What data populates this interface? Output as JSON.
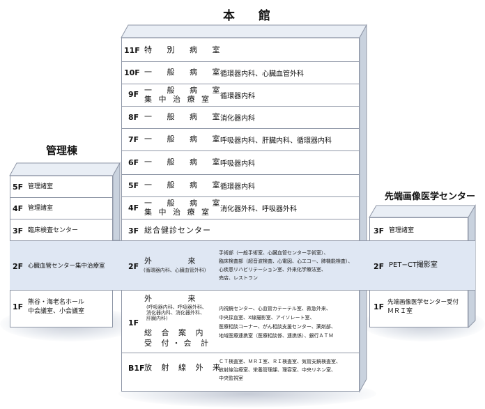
{
  "titles": {
    "main": "本 館",
    "admin": "管理棟",
    "imaging": "先端画像医学センター"
  },
  "main_floors": [
    {
      "floor": "11F",
      "name": "特 別 病 室",
      "dept": ""
    },
    {
      "floor": "10F",
      "name": "一 般 病 室",
      "dept": "循環器内科、心臓血管外科"
    },
    {
      "floor": "9F",
      "name": "一 般 病 室",
      "name2": "集 中 治 療 室",
      "dept": "循環器内科"
    },
    {
      "floor": "8F",
      "name": "一 般 病 室",
      "dept": "消化器内科"
    },
    {
      "floor": "7F",
      "name": "一 般 病 室",
      "dept": "呼吸器内科、肝臓内科、循環器内科"
    },
    {
      "floor": "6F",
      "name": "一 般 病 室",
      "dept": "呼吸器内科"
    },
    {
      "floor": "5F",
      "name": "一 般 病 室",
      "dept": "循環器内科"
    },
    {
      "floor": "4F",
      "name": "一 般 病 室",
      "name2": "集 中 治 療 室",
      "dept": "消化器外科、呼吸器外科"
    },
    {
      "floor": "3F",
      "name": "総合健診センター",
      "dept": ""
    }
  ],
  "main_2f": {
    "floor": "2F",
    "name": "外 来",
    "sub": "(循環器内科、心臓血管外科)",
    "lines": [
      "手術部（一般手術室、心臓血管センター手術室）、",
      "臨床検査部（超音波検査、心電図、心エコー、肺機能検査）、",
      "心疾患リハビリテーション室、外来化学療法室、",
      "売店、レストラン"
    ]
  },
  "main_1f": {
    "floor": "1F",
    "name": "外 来",
    "sub": [
      "(呼吸器内科、呼吸器外科、",
      "消化器内科、消化器外科、",
      "肝臓内科)"
    ],
    "name2": "総 合 案 内",
    "name3": "受 付・会 計",
    "lines": [
      "内視鏡センター、心血管カテーテル室、救急外来、",
      "中央採血室、X線撮影室、アイソレート室、",
      "医療相談コーナー、がん相談支援センター、薬剤部、",
      "地域医療連携室（医療相談係、連携係）、銀行ＡＴＭ"
    ]
  },
  "main_b1": {
    "floor": "B1F",
    "name": "放 射 線 外 来",
    "lines": [
      "ＣＴ検査室、ＭＲＩ室、ＲＩ検査室、気管支鏡検査室、",
      "放射線治療室、栄養管理課、理容室、中央リネン室、",
      "中央監視室"
    ]
  },
  "admin_floors": [
    {
      "floor": "5F",
      "name": "管理諸室"
    },
    {
      "floor": "4F",
      "name": "管理諸室"
    },
    {
      "floor": "3F",
      "name": "臨床検査センター"
    },
    {
      "floor": "2F",
      "name": "心臓血管センター集中治療室"
    },
    {
      "floor": "1F",
      "name": "熊谷・海老名ホール",
      "name2": "中会議室、小会議室"
    }
  ],
  "imaging_floors": [
    {
      "floor": "3F",
      "name": "管理諸室"
    },
    {
      "floor": "2F",
      "name": "PET−CT撮影室"
    },
    {
      "floor": "1F",
      "name": "先端画像医学センター受付",
      "name2": "ＭＲＩ室"
    }
  ],
  "colors": {
    "band": "#dfe7f3",
    "line": "#8e96a6",
    "top": "#e9eef5",
    "side": "#c9d2de"
  }
}
